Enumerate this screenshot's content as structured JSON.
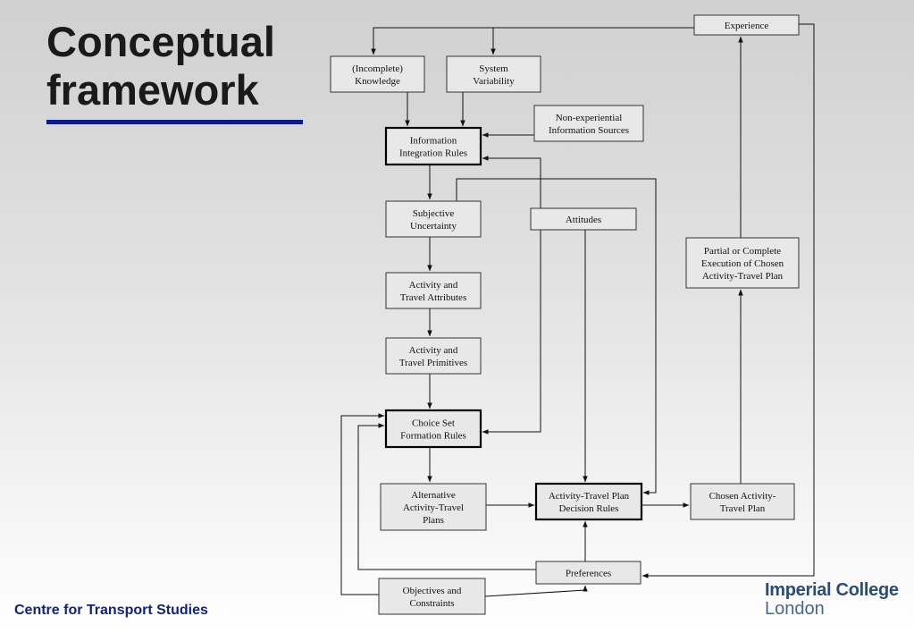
{
  "slide": {
    "title_line1": "Conceptual",
    "title_line2": "framework",
    "footer": "Centre for Transport Studies",
    "logo_line1": "Imperial College",
    "logo_line2": "London",
    "accent_color": "#0d1a8c"
  },
  "nodes": {
    "experience": [
      "Experience"
    ],
    "knowledge": [
      "(Incomplete)",
      "Knowledge"
    ],
    "variability": [
      "System",
      "Variability"
    ],
    "nonexp": [
      "Non-experiential",
      "Information Sources"
    ],
    "integration": [
      "Information",
      "Integration Rules"
    ],
    "uncertainty": [
      "Subjective",
      "Uncertainty"
    ],
    "attitudes": [
      "Attitudes"
    ],
    "partial": [
      "Partial or Complete",
      "Execution of Chosen",
      "Activity-Travel Plan"
    ],
    "attributes": [
      "Activity and",
      "Travel Attributes"
    ],
    "primitives": [
      "Activity and",
      "Travel Primitives"
    ],
    "choiceset": [
      "Choice Set",
      "Formation Rules"
    ],
    "alternative": [
      "Alternative",
      "Activity-Travel",
      "Plans"
    ],
    "decision": [
      "Activity-Travel Plan",
      "Decision Rules"
    ],
    "chosen": [
      "Chosen Activity-",
      "Travel Plan"
    ],
    "preferences": [
      "Preferences"
    ],
    "objectives": [
      "Objectives and",
      "Constraints"
    ]
  }
}
